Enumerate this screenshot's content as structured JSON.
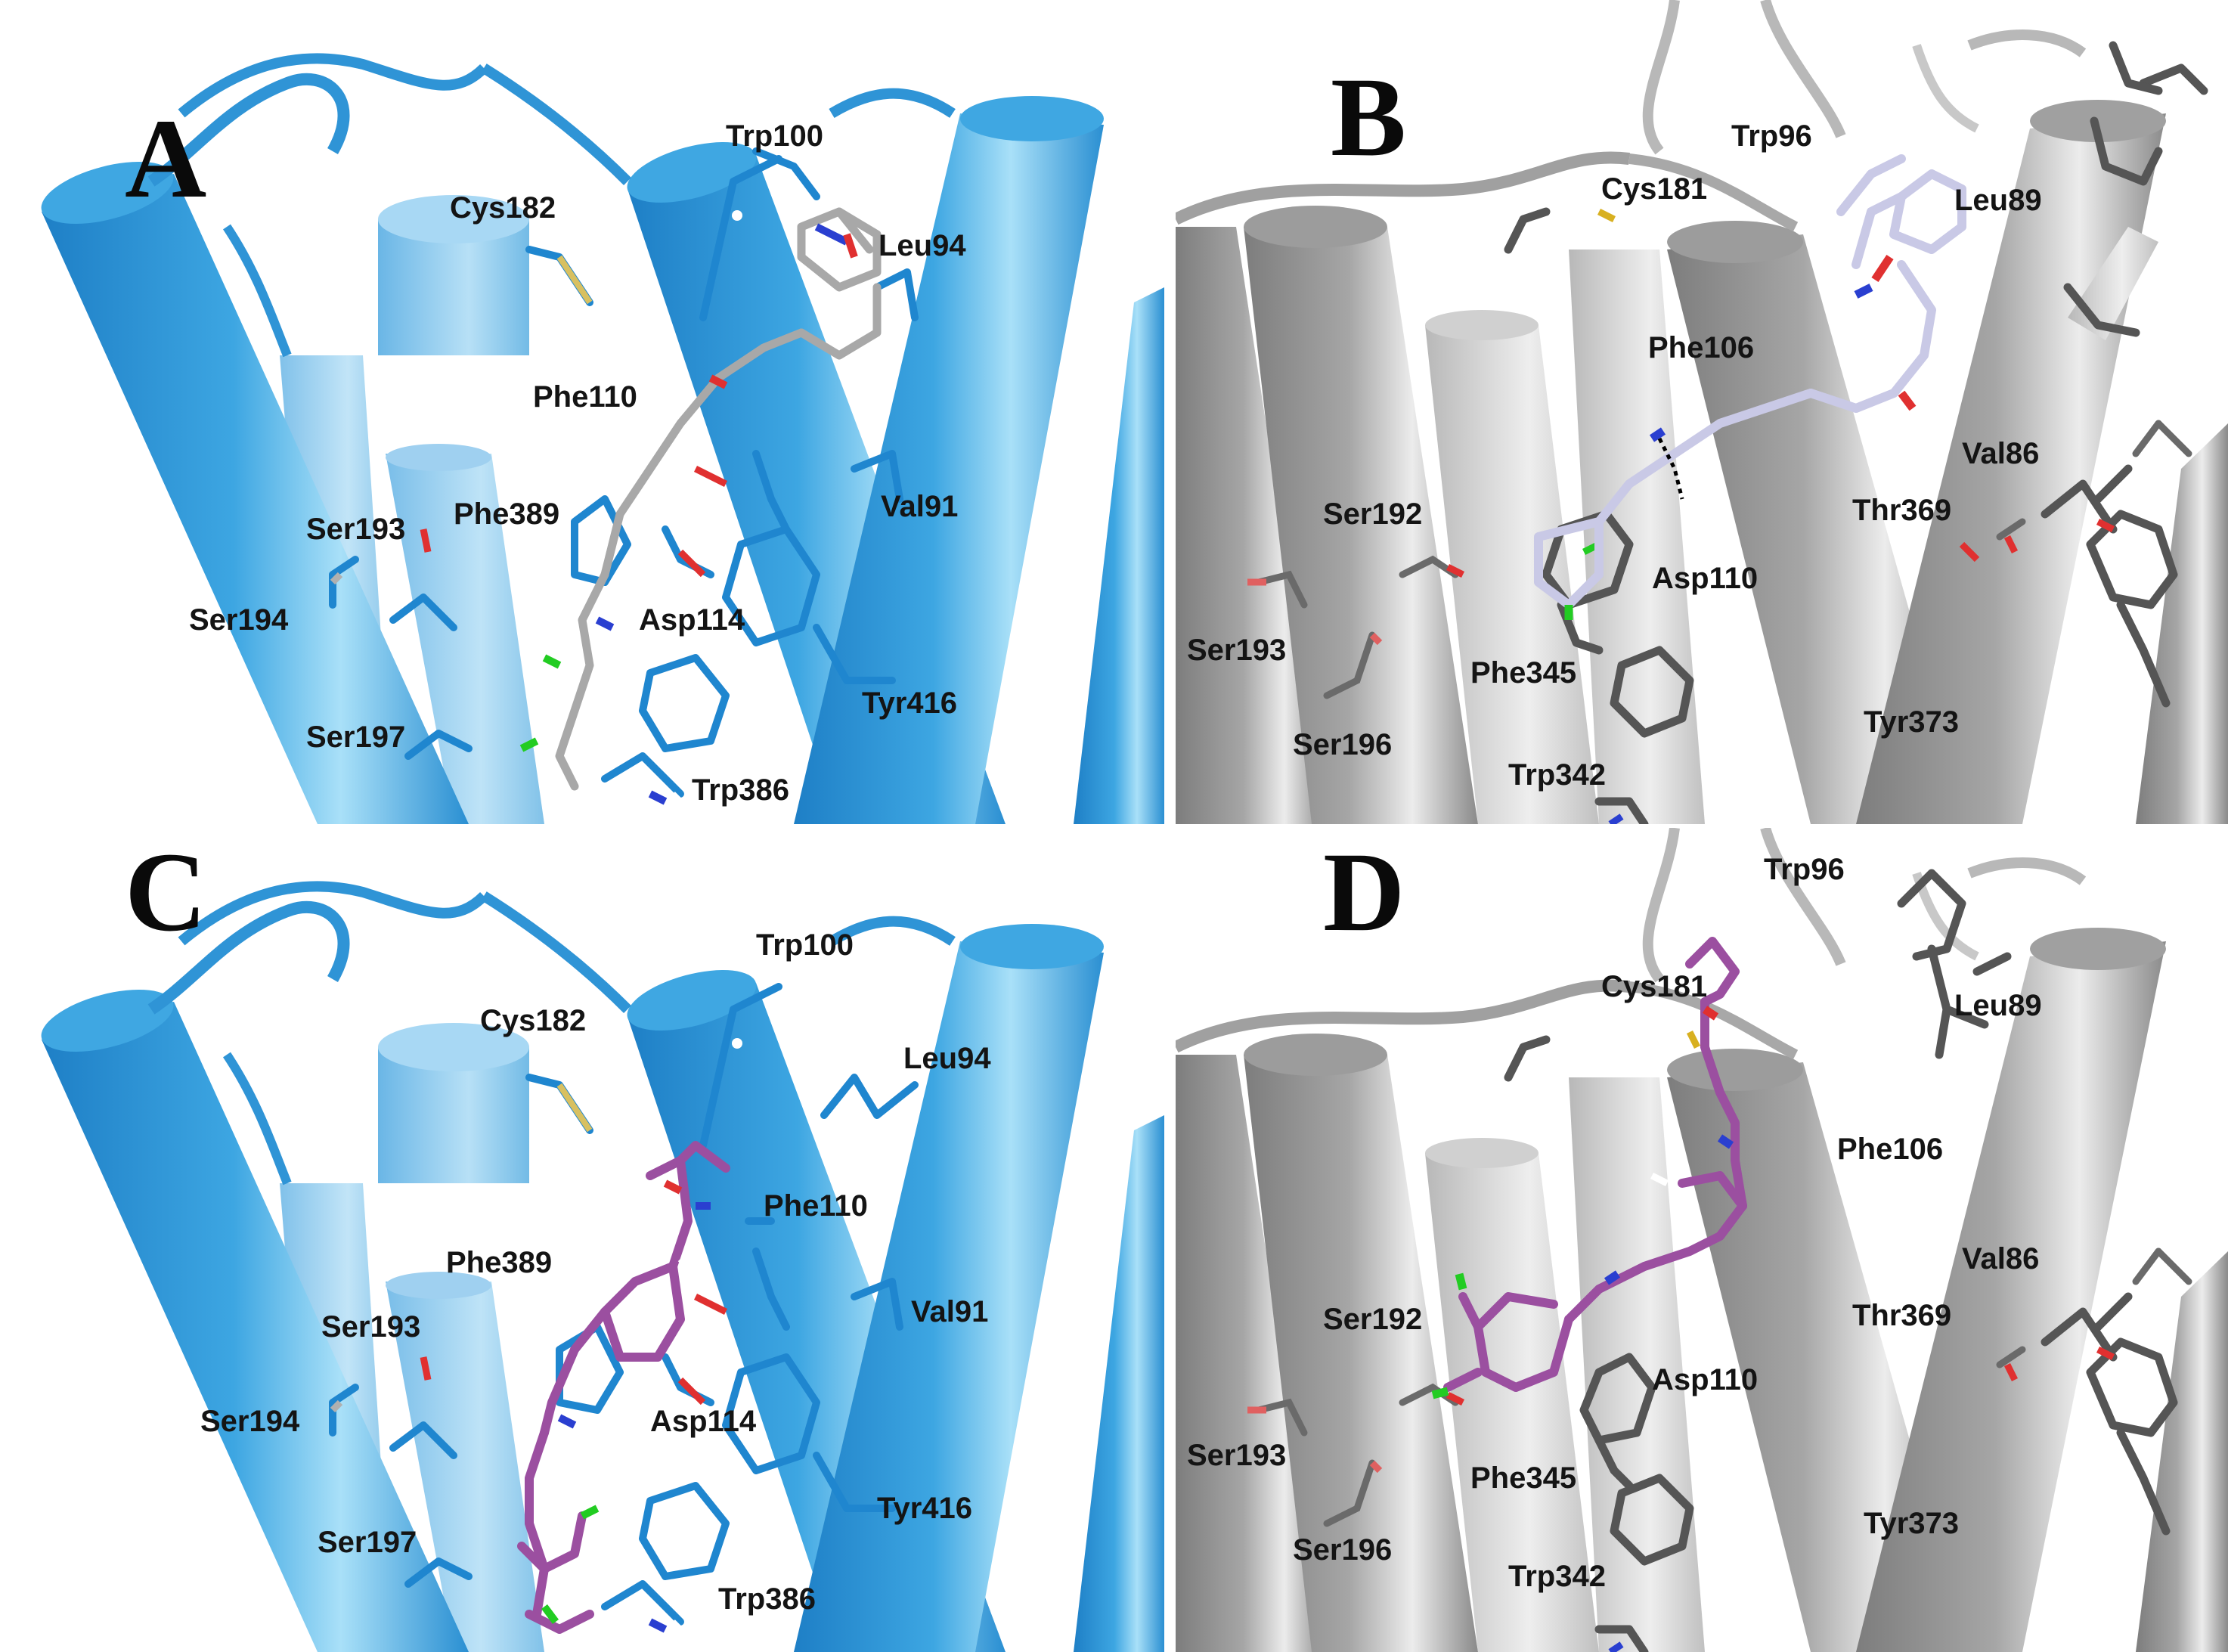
{
  "panels": {
    "A": {
      "letter": "A",
      "residues": {
        "trp100": "Trp100",
        "cys182": "Cys182",
        "leu94": "Leu94",
        "phe110": "Phe110",
        "val91": "Val91",
        "phe389": "Phe389",
        "ser193": "Ser193",
        "ser194": "Ser194",
        "asp114": "Asp114",
        "ser197": "Ser197",
        "tyr416": "Tyr416",
        "trp386": "Trp386"
      }
    },
    "B": {
      "letter": "B",
      "residues": {
        "trp96": "Trp96",
        "cys181": "Cys181",
        "leu89": "Leu89",
        "phe106": "Phe106",
        "val86": "Val86",
        "ser192": "Ser192",
        "thr369": "Thr369",
        "asp110": "Asp110",
        "ser193": "Ser193",
        "phe345": "Phe345",
        "ser196": "Ser196",
        "tyr373": "Tyr373",
        "trp342": "Trp342"
      }
    },
    "C": {
      "letter": "C",
      "residues": {
        "trp100": "Trp100",
        "cys182": "Cys182",
        "leu94": "Leu94",
        "phe110": "Phe110",
        "phe389": "Phe389",
        "val91": "Val91",
        "ser193": "Ser193",
        "ser194": "Ser194",
        "asp114": "Asp114",
        "tyr416": "Tyr416",
        "ser197": "Ser197",
        "trp386": "Trp386"
      }
    },
    "D": {
      "letter": "D",
      "residues": {
        "trp96": "Trp96",
        "cys181": "Cys181",
        "leu89": "Leu89",
        "phe106": "Phe106",
        "val86": "Val86",
        "ser192": "Ser192",
        "thr369": "Thr369",
        "asp110": "Asp110",
        "ser193": "Ser193",
        "phe345": "Phe345",
        "tyr373": "Tyr373",
        "ser196": "Ser196",
        "trp342": "Trp342"
      }
    }
  },
  "colors": {
    "blue_helix": "#2f9ad8",
    "blue_helix_highlight": "#9fdaf6",
    "blue_residue": "#1f86cf",
    "gray_helix": "#8f8f8f",
    "gray_helix_highlight": "#e6e6e6",
    "gray_residue": "#5a5a5a",
    "ligand_a": "#a8a8a8",
    "ligand_b": "#c9c9e6",
    "ligand_c_d": "#9b4fa0",
    "oxygen": "#e03030",
    "nitrogen": "#2a3fd0",
    "chlorine": "#22cc22",
    "sulfur": "#d8b020"
  }
}
